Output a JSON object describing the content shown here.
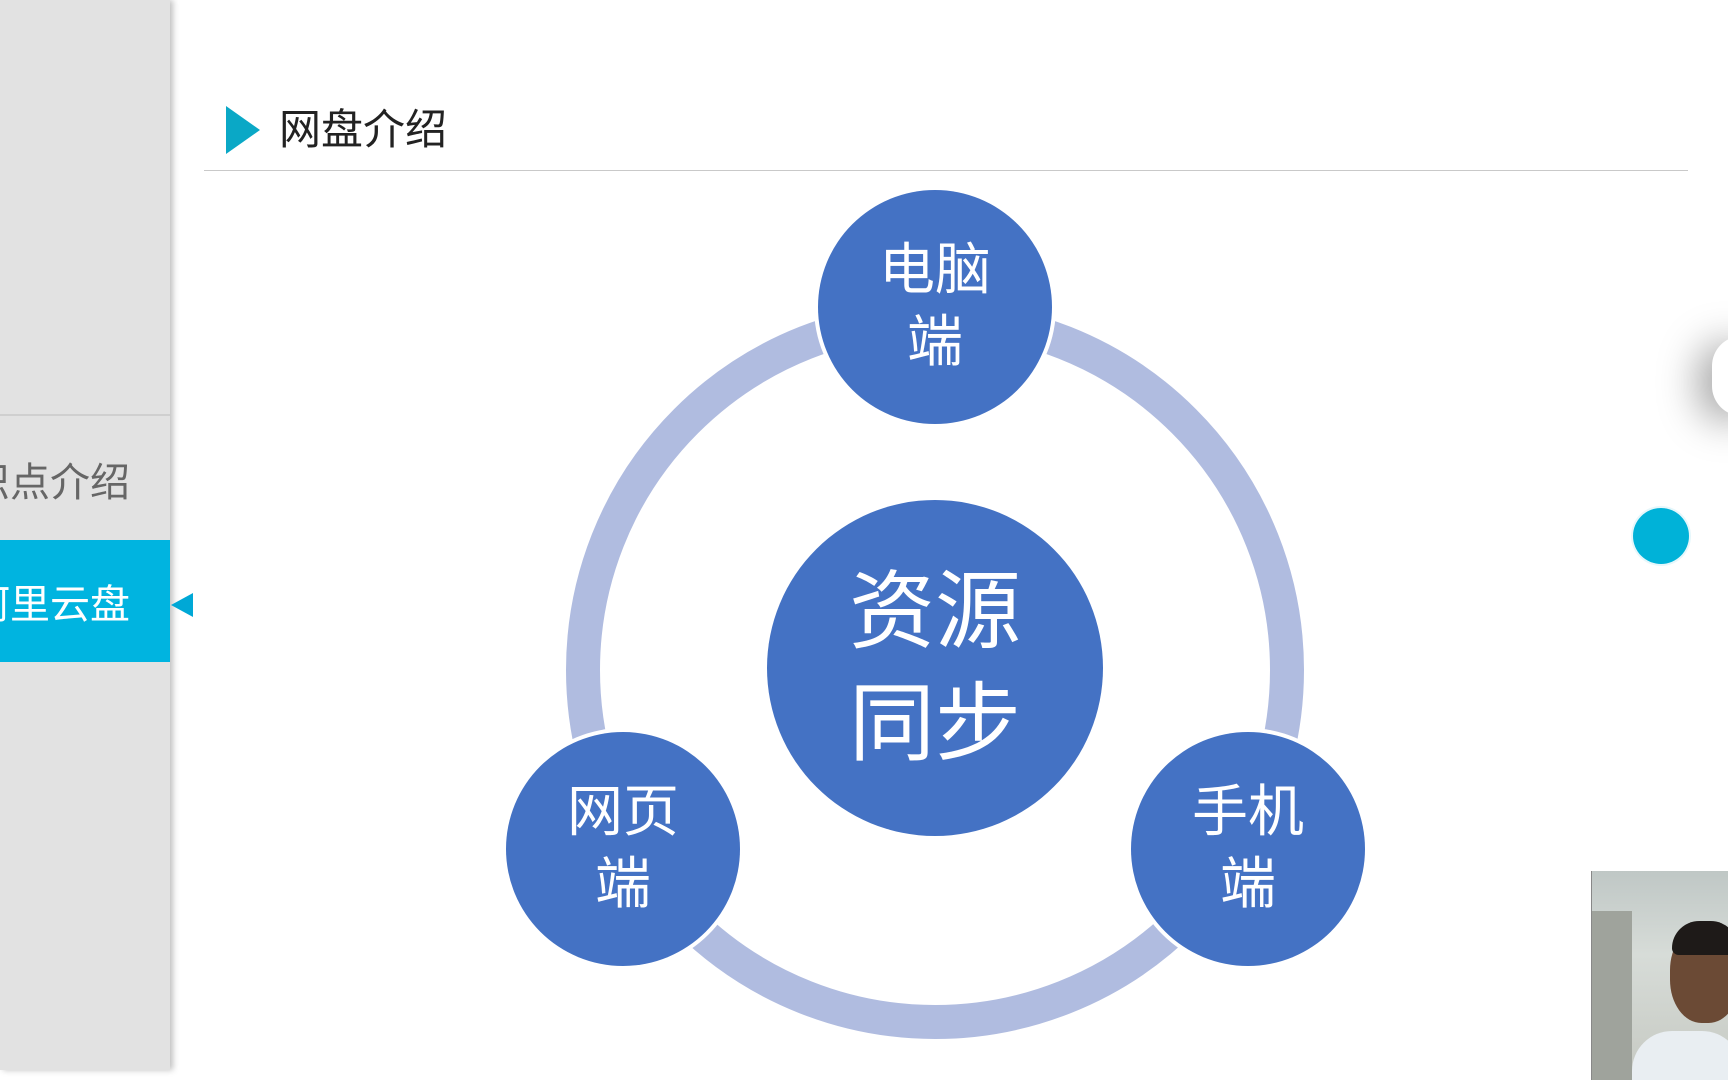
{
  "sidebar": {
    "items": [
      {
        "label": "知识点介绍",
        "active": false
      },
      {
        "label": "阿里云盘",
        "active": true
      }
    ]
  },
  "slide": {
    "title": "网盘介绍"
  },
  "diagram": {
    "center": {
      "line1": "资源",
      "line2": "同步"
    },
    "nodes": [
      {
        "line1": "电脑",
        "line2": "端"
      },
      {
        "line1": "手机",
        "line2": "端"
      },
      {
        "line1": "网页",
        "line2": "端"
      }
    ]
  },
  "colors": {
    "node_fill": "#4472c4",
    "ring": "#b0bce0",
    "accent": "#00b4e0",
    "title_marker": "#0aa8c6"
  }
}
